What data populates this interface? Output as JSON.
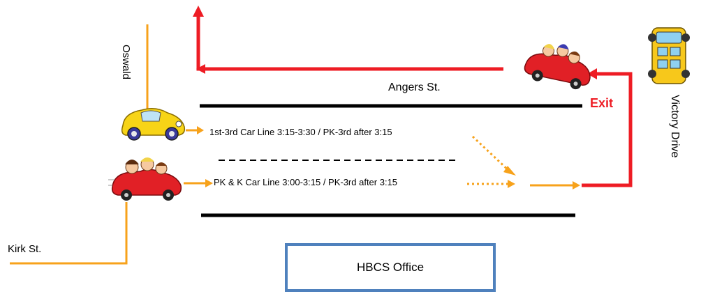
{
  "streets": {
    "oswald": "Oswald",
    "angers": "Angers St.",
    "victory": "Victory Drive",
    "kirk": "Kirk St."
  },
  "exit_label": "Exit",
  "lanes": {
    "upper": "1st-3rd  Car Line 3:15-3:30  /  PK-3rd after 3:15",
    "lower": "PK & K Car Line 3:00-3:15  /  PK-3rd after 3:15"
  },
  "office": "HBCS Office",
  "colors": {
    "route": "#f7a21b",
    "exit_route": "#ee1c24",
    "road": "#000000",
    "office_border": "#4f81bd",
    "exit_text": "#ee1c24"
  }
}
